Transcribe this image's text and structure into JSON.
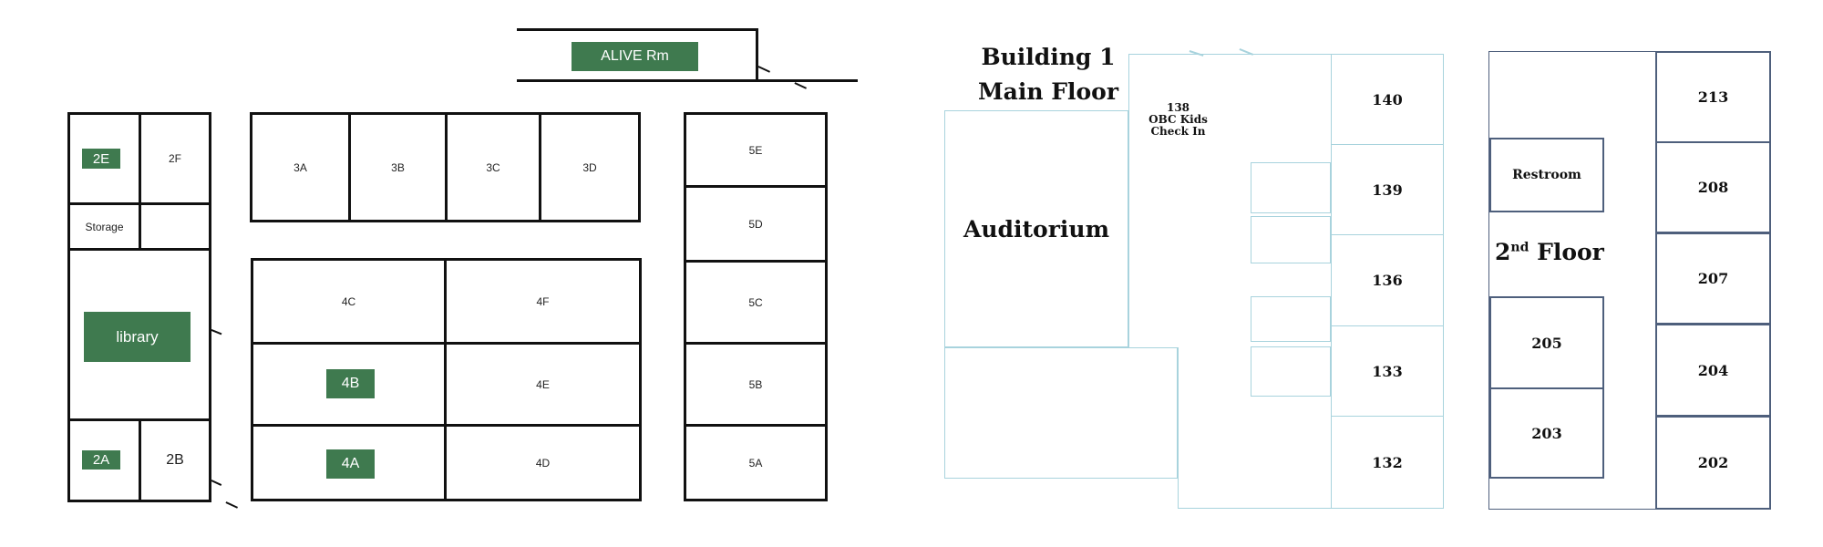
{
  "left_map": {
    "alive_room": "ALIVE Rm",
    "rooms": {
      "r2E": "2E",
      "r2F": "2F",
      "storage": "Storage",
      "library": "library",
      "r2A": "2A",
      "r2B": "2B",
      "r3A": "3A",
      "r3B": "3B",
      "r3C": "3C",
      "r3D": "3D",
      "r4C": "4C",
      "r4F": "4F",
      "r4B": "4B",
      "r4E": "4E",
      "r4A": "4A",
      "r4D": "4D",
      "r5E": "5E",
      "r5D": "5D",
      "r5C": "5C",
      "r5B": "5B",
      "r5A": "5A"
    },
    "highlight_color": "#3f7a4f"
  },
  "building1": {
    "title_line1": "Building 1",
    "title_line2": "Main Floor",
    "auditorium": "Auditorium",
    "kids_checkin": {
      "num": "138",
      "line2": "OBC Kids",
      "line3": "Check In"
    },
    "rooms": {
      "r140": "140",
      "r139": "139",
      "r136": "136",
      "r133": "133",
      "r132": "132"
    },
    "line_color": "#a8d3dd"
  },
  "floor2": {
    "title_number": "2",
    "title_sup": "nd",
    "title_rest": " Floor",
    "restroom": "Restroom",
    "rooms": {
      "r213": "213",
      "r208": "208",
      "r207": "207",
      "r204": "204",
      "r202": "202",
      "r205": "205",
      "r203": "203"
    },
    "line_color": "#4e5f7c"
  }
}
